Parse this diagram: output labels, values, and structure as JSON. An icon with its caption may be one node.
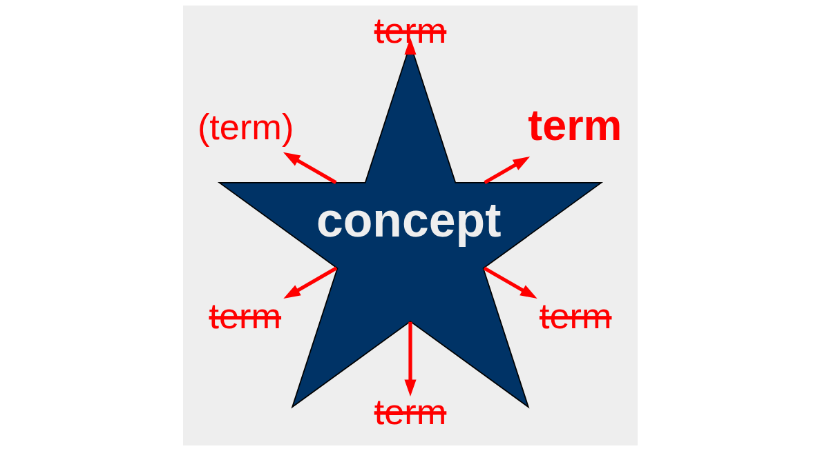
{
  "diagram": {
    "nodes": [
      {
        "text": [
          "concept"
        ]
      },
      {
        "text": [
          "term"
        ]
      },
      {
        "text": [
          "term"
        ]
      },
      {
        "text": [
          "(term)"
        ]
      },
      {
        "text": [
          "term"
        ]
      },
      {
        "text": [
          "term"
        ]
      },
      {
        "text": [
          "term"
        ]
      }
    ],
    "edges": [
      {
        "from": 0,
        "to": 1,
        "arrow": "to"
      },
      {
        "from": 0,
        "to": 2,
        "arrow": "to"
      },
      {
        "from": 0,
        "to": 3,
        "arrow": "to"
      },
      {
        "from": 0,
        "to": 4,
        "arrow": "to"
      },
      {
        "from": 0,
        "to": 5,
        "arrow": "to"
      },
      {
        "from": 0,
        "to": 6,
        "arrow": "to"
      }
    ]
  }
}
